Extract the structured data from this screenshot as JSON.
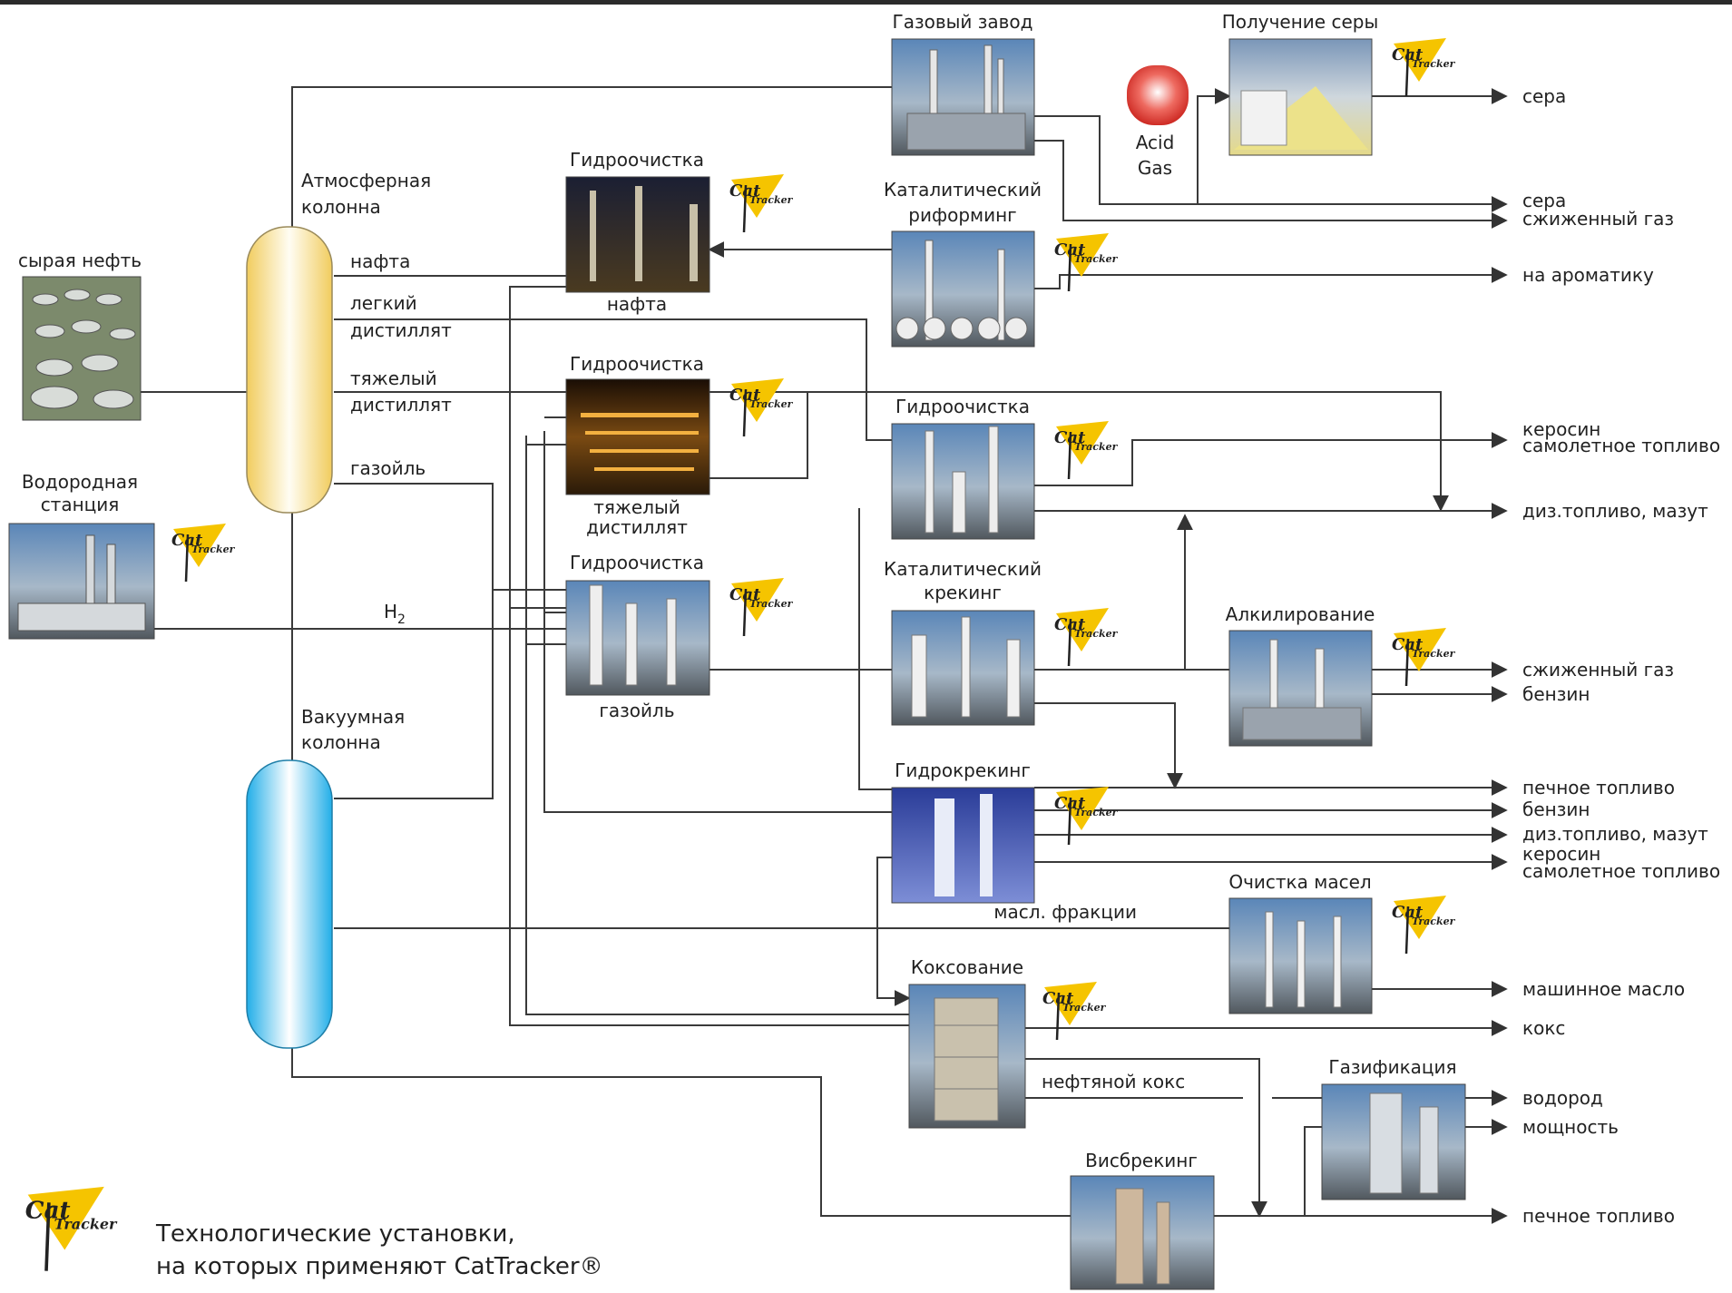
{
  "colors": {
    "line": "#3a3a3a",
    "logo_yellow": "#f5c400",
    "atm_column": "#f5d77a",
    "vac_column": "#33b8ee",
    "acid_gas": "#d8302a",
    "top_bar": "#2b2b2b"
  },
  "crude": {
    "label": "сырая нефть"
  },
  "hydrogen_station": {
    "label_line1": "Водородная",
    "label_line2": "станция",
    "h2_label": "H",
    "h2_sub": "2"
  },
  "atm_column": {
    "label_line1": "Атмосферная",
    "label_line2": "колонна",
    "out_naphtha": "нафта",
    "out_light_1": "легкий",
    "out_light_2": "дистиллят",
    "out_heavy_1": "тяжелый",
    "out_heavy_2": "дистиллят",
    "out_gasoil": "газойль"
  },
  "vac_column": {
    "label_line1": "Вакуумная",
    "label_line2": "колонна"
  },
  "units": {
    "gas_plant": "Газовый завод",
    "sulfur_recovery": "Получение серы",
    "acid_gas_1": "Acid",
    "acid_gas_2": "Gas",
    "hydro1": "Гидроочистка",
    "hydro1_sub": "нафта",
    "hydro2": "Гидроочистка",
    "hydro2_sub1": "тяжелый",
    "hydro2_sub2": "дистиллят",
    "hydro3": "Гидроочистка",
    "hydro3_sub": "газойль",
    "cat_reforming_1": "Каталитический",
    "cat_reforming_2": "риформинг",
    "hydro4": "Гидроочистка",
    "cat_cracking_1": "Каталитический",
    "cat_cracking_2": "крекинг",
    "alkylation": "Алкилирование",
    "hydrocracking": "Гидрокрекинг",
    "oil_refining": "Очистка масел",
    "oil_fractions": "масл. фракции",
    "coking": "Коксование",
    "petroleum_coke": "нефтяной кокс",
    "gasification": "Газификация",
    "visbreaking": "Висбрекинг"
  },
  "products": {
    "sulfur_top": "сера",
    "sulfur": "сера",
    "lpg_1": "сжиженный газ",
    "aromatics": "на ароматику",
    "kerosene_1": "керосин",
    "jet_fuel_1": "самолетное топливо",
    "diesel_1": "диз.топливо, мазут",
    "lpg_2": "сжиженный газ",
    "gasoline_1": "бензин",
    "heating_oil_1": "печное топливо",
    "gasoline_2": "бензин",
    "diesel_2": "диз.топливо, мазут",
    "kerosene_2": "керосин",
    "jet_fuel_2": "самолетное топливо",
    "motor_oil": "машинное масло",
    "coke": "кокс",
    "hydrogen": "водород",
    "power": "мощность",
    "heating_oil_2": "печное топливо"
  },
  "logo": {
    "word1": "Cat",
    "word2": "Tracker"
  },
  "legend": {
    "line1": "Технологические установки,",
    "line2": "на которых применяют CatTracker®"
  }
}
